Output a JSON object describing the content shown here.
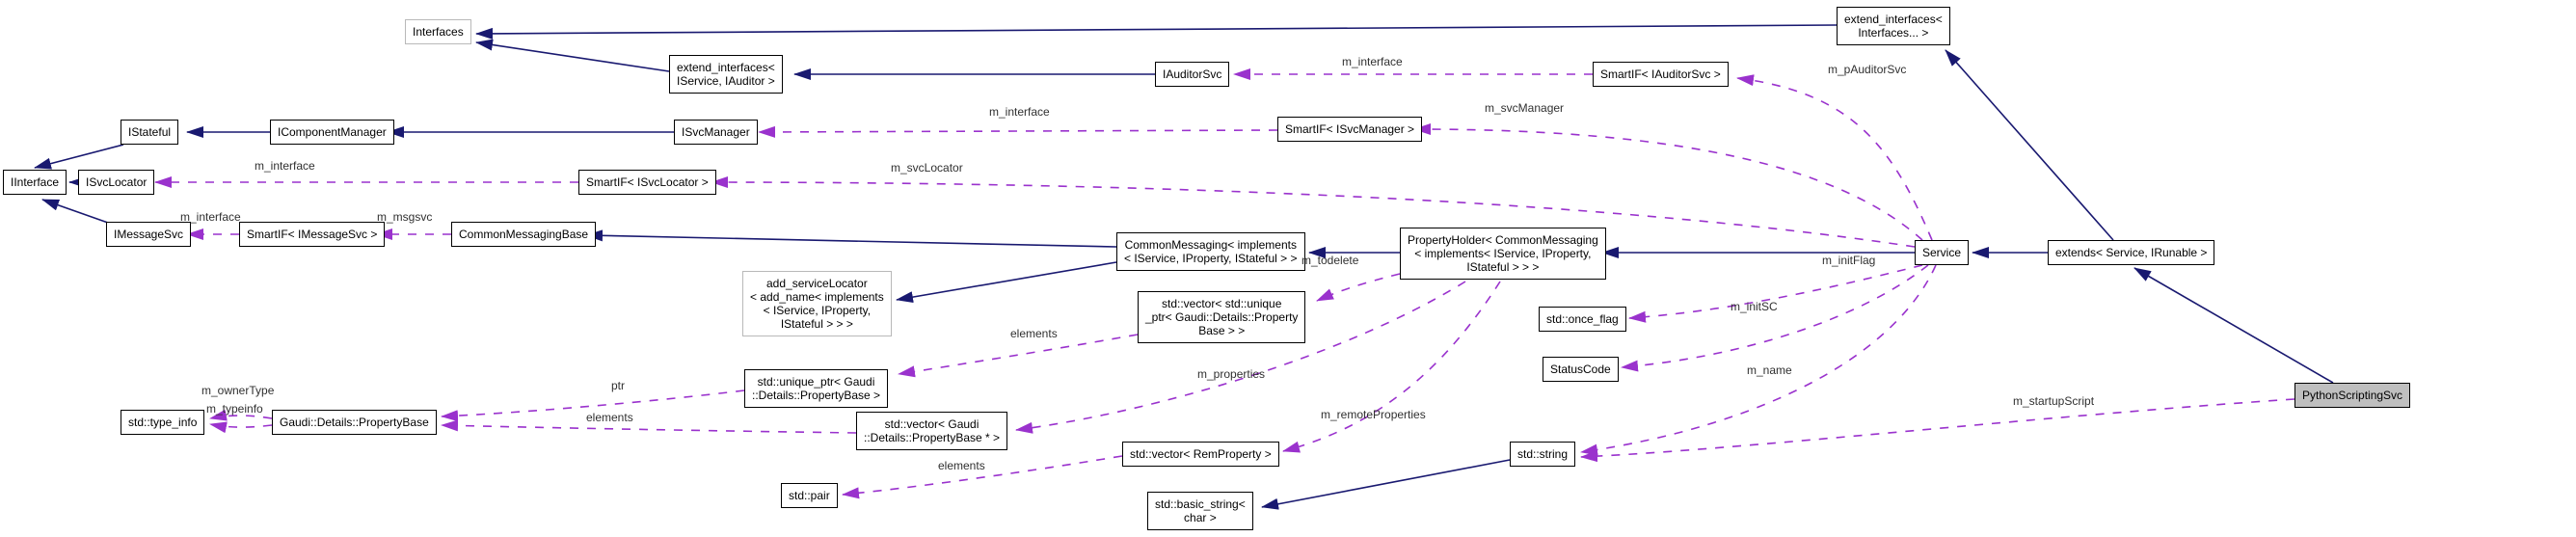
{
  "diagram": {
    "title": "Collaboration graph for PythonScriptingSvc",
    "accent_colors": {
      "inheritance_edge": "#191970",
      "usage_edge": "#9a32cd",
      "subject_fill": "#bfbfbf"
    },
    "nodes": [
      {
        "id": "interfaces",
        "label": "Interfaces"
      },
      {
        "id": "extend-interfaces-iservice-iauditor",
        "label": "extend_interfaces<\nIService, IAuditor >"
      },
      {
        "id": "iauditorsvc",
        "label": "IAuditorSvc"
      },
      {
        "id": "smartif-iauditorsvc",
        "label": "SmartIF< IAuditorSvc >"
      },
      {
        "id": "extend-interfaces-interfaces",
        "label": "extend_interfaces<\nInterfaces... >"
      },
      {
        "id": "istateful",
        "label": "IStateful"
      },
      {
        "id": "icomponentmanager",
        "label": "IComponentManager"
      },
      {
        "id": "isvcmanager",
        "label": "ISvcManager"
      },
      {
        "id": "smartif-isvcmanager",
        "label": "SmartIF< ISvcManager >"
      },
      {
        "id": "iinterface",
        "label": "IInterface"
      },
      {
        "id": "isvclocator",
        "label": "ISvcLocator"
      },
      {
        "id": "smartif-isvclocator",
        "label": "SmartIF< ISvcLocator >"
      },
      {
        "id": "imessagesvc",
        "label": "IMessageSvc"
      },
      {
        "id": "smartif-imessagesvc",
        "label": "SmartIF< IMessageSvc >"
      },
      {
        "id": "commonmessagingbase",
        "label": "CommonMessagingBase"
      },
      {
        "id": "commonmessaging",
        "label": "CommonMessaging< implements\n< IService, IProperty, IStateful > >"
      },
      {
        "id": "propertyholder",
        "label": "PropertyHolder< CommonMessaging\n< implements< IService, IProperty,\nIStateful > > >"
      },
      {
        "id": "service",
        "label": "Service"
      },
      {
        "id": "extends-service-irunable",
        "label": "extends< Service, IRunable >"
      },
      {
        "id": "add-servicelocator",
        "label": "add_serviceLocator\n< add_name< implements\n< IService, IProperty,\nIStateful > > >"
      },
      {
        "id": "vector-uniqueptr-propertybase",
        "label": "std::vector< std::unique\n_ptr< Gaudi::Details::Property\nBase > >"
      },
      {
        "id": "once-flag",
        "label": "std::once_flag"
      },
      {
        "id": "statuscode",
        "label": "StatusCode"
      },
      {
        "id": "type-info",
        "label": "std::type_info"
      },
      {
        "id": "propertybase",
        "label": "Gaudi::Details::PropertyBase"
      },
      {
        "id": "uniqueptr-propertybase",
        "label": "std::unique_ptr< Gaudi\n::Details::PropertyBase >"
      },
      {
        "id": "vector-propertybase-ptr",
        "label": "std::vector< Gaudi\n::Details::PropertyBase * >"
      },
      {
        "id": "vector-remproperty",
        "label": "std::vector< RemProperty >"
      },
      {
        "id": "stdstring",
        "label": "std::string"
      },
      {
        "id": "stdpair",
        "label": "std::pair"
      },
      {
        "id": "basic-string",
        "label": "std::basic_string<\nchar >"
      },
      {
        "id": "pythonscriptingsvc",
        "label": "PythonScriptingSvc"
      }
    ],
    "edge_labels": [
      {
        "text": "m_interface"
      },
      {
        "text": "m_pAuditorSvc"
      },
      {
        "text": "m_interface"
      },
      {
        "text": "m_svcManager"
      },
      {
        "text": "m_interface"
      },
      {
        "text": "m_svcLocator"
      },
      {
        "text": "m_interface"
      },
      {
        "text": "m_msgsvc"
      },
      {
        "text": "m_todelete"
      },
      {
        "text": "m_initFlag"
      },
      {
        "text": "m_initSC"
      },
      {
        "text": "m_name"
      },
      {
        "text": "m_properties"
      },
      {
        "text": "m_remoteProperties"
      },
      {
        "text": "m_startupScript"
      },
      {
        "text": "m_ownerType"
      },
      {
        "text": "m_typeinfo"
      },
      {
        "text": "ptr"
      },
      {
        "text": "elements"
      },
      {
        "text": "elements"
      },
      {
        "text": "elements"
      }
    ],
    "edges": [
      {
        "from": "extend-interfaces-interfaces",
        "to": "interfaces",
        "relation": "inheritance"
      },
      {
        "from": "extend-interfaces-iservice-iauditor",
        "to": "interfaces",
        "relation": "inheritance"
      },
      {
        "from": "iauditorsvc",
        "to": "extend-interfaces-iservice-iauditor",
        "relation": "inheritance"
      },
      {
        "from": "icomponentmanager",
        "to": "istateful",
        "relation": "inheritance"
      },
      {
        "from": "isvcmanager",
        "to": "icomponentmanager",
        "relation": "inheritance"
      },
      {
        "from": "istateful",
        "to": "iinterface",
        "relation": "inheritance"
      },
      {
        "from": "isvclocator",
        "to": "iinterface",
        "relation": "inheritance"
      },
      {
        "from": "imessagesvc",
        "to": "iinterface",
        "relation": "inheritance"
      },
      {
        "from": "commonmessaging",
        "to": "commonmessagingbase",
        "relation": "inheritance"
      },
      {
        "from": "commonmessaging",
        "to": "add-servicelocator",
        "relation": "inheritance"
      },
      {
        "from": "propertyholder",
        "to": "commonmessaging",
        "relation": "inheritance"
      },
      {
        "from": "service",
        "to": "propertyholder",
        "relation": "inheritance"
      },
      {
        "from": "extends-service-irunable",
        "to": "service",
        "relation": "inheritance"
      },
      {
        "from": "pythonscriptingsvc",
        "to": "extends-service-irunable",
        "relation": "inheritance"
      },
      {
        "from": "extends-service-irunable",
        "to": "extend-interfaces-interfaces",
        "relation": "inheritance"
      },
      {
        "from": "stdstring",
        "to": "basic-string",
        "relation": "inheritance"
      },
      {
        "from": "smartif-iauditorsvc",
        "to": "iauditorsvc",
        "relation": "usage",
        "label": "m_interface"
      },
      {
        "from": "service",
        "to": "smartif-iauditorsvc",
        "relation": "usage",
        "label": "m_pAuditorSvc"
      },
      {
        "from": "smartif-isvcmanager",
        "to": "isvcmanager",
        "relation": "usage",
        "label": "m_interface"
      },
      {
        "from": "service",
        "to": "smartif-isvcmanager",
        "relation": "usage",
        "label": "m_svcManager"
      },
      {
        "from": "smartif-isvclocator",
        "to": "isvclocator",
        "relation": "usage",
        "label": "m_interface"
      },
      {
        "from": "service",
        "to": "smartif-isvclocator",
        "relation": "usage",
        "label": "m_svcLocator"
      },
      {
        "from": "smartif-imessagesvc",
        "to": "imessagesvc",
        "relation": "usage",
        "label": "m_interface"
      },
      {
        "from": "commonmessagingbase",
        "to": "smartif-imessagesvc",
        "relation": "usage",
        "label": "m_msgsvc"
      },
      {
        "from": "propertyholder",
        "to": "vector-uniqueptr-propertybase",
        "relation": "usage",
        "label": "m_todelete"
      },
      {
        "from": "service",
        "to": "once-flag",
        "relation": "usage",
        "label": "m_initFlag"
      },
      {
        "from": "service",
        "to": "statuscode",
        "relation": "usage",
        "label": "m_initSC"
      },
      {
        "from": "service",
        "to": "stdstring",
        "relation": "usage",
        "label": "m_name"
      },
      {
        "from": "propertyholder",
        "to": "vector-propertybase-ptr",
        "relation": "usage",
        "label": "m_properties"
      },
      {
        "from": "propertyholder",
        "to": "vector-remproperty",
        "relation": "usage",
        "label": "m_remoteProperties"
      },
      {
        "from": "pythonscriptingsvc",
        "to": "stdstring",
        "relation": "usage",
        "label": "m_startupScript"
      },
      {
        "from": "vector-uniqueptr-propertybase",
        "to": "uniqueptr-propertybase",
        "relation": "usage",
        "label": "elements"
      },
      {
        "from": "uniqueptr-propertybase",
        "to": "propertybase",
        "relation": "usage",
        "label": "ptr"
      },
      {
        "from": "vector-propertybase-ptr",
        "to": "propertybase",
        "relation": "usage",
        "label": "elements"
      },
      {
        "from": "vector-remproperty",
        "to": "stdpair",
        "relation": "usage",
        "label": "elements"
      },
      {
        "from": "propertybase",
        "to": "type-info",
        "relation": "usage",
        "label": "m_ownerType"
      },
      {
        "from": "propertybase",
        "to": "type-info",
        "relation": "usage",
        "label": "m_typeinfo"
      }
    ]
  }
}
